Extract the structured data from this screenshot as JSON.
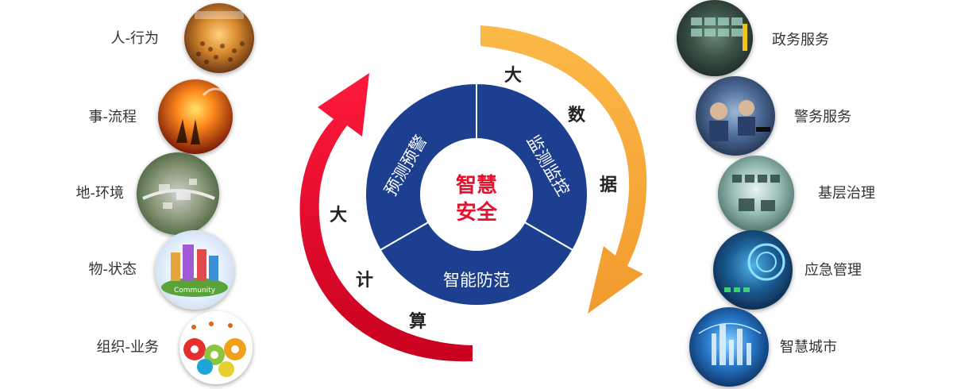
{
  "center": {
    "line1": "智慧",
    "line2": "安全"
  },
  "ring_segments": [
    {
      "id": "predict",
      "text": "预测预警"
    },
    {
      "id": "monitor",
      "text": "监测监控"
    },
    {
      "id": "defense",
      "text": "智能防范"
    }
  ],
  "big_data_chars": [
    "大",
    "数",
    "据"
  ],
  "big_compute_chars": [
    "大",
    "计",
    "算"
  ],
  "left_items": [
    {
      "label": "人-行为",
      "icon": "crowd-photo-icon"
    },
    {
      "label": "事-流程",
      "icon": "fire-rescue-photo-icon"
    },
    {
      "label": "地-环境",
      "icon": "aerial-city-photo-icon"
    },
    {
      "label": "物-状态",
      "icon": "community-model-icon"
    },
    {
      "label": "组织-业务",
      "icon": "gears-people-icon"
    }
  ],
  "right_items": [
    {
      "label": "政务服务",
      "icon": "control-room-photo-icon"
    },
    {
      "label": "警务服务",
      "icon": "police-operators-photo-icon"
    },
    {
      "label": "基层治理",
      "icon": "monitoring-room-photo-icon"
    },
    {
      "label": "应急管理",
      "icon": "dashboard-screen-icon"
    },
    {
      "label": "智慧城市",
      "icon": "smart-city-night-icon"
    }
  ],
  "colors": {
    "ring_blue": "#1d3f8f",
    "center_red": "#e8112d",
    "arrow_red": "#e30b2b",
    "arrow_orange": "#f7b041",
    "text": "#333333"
  }
}
